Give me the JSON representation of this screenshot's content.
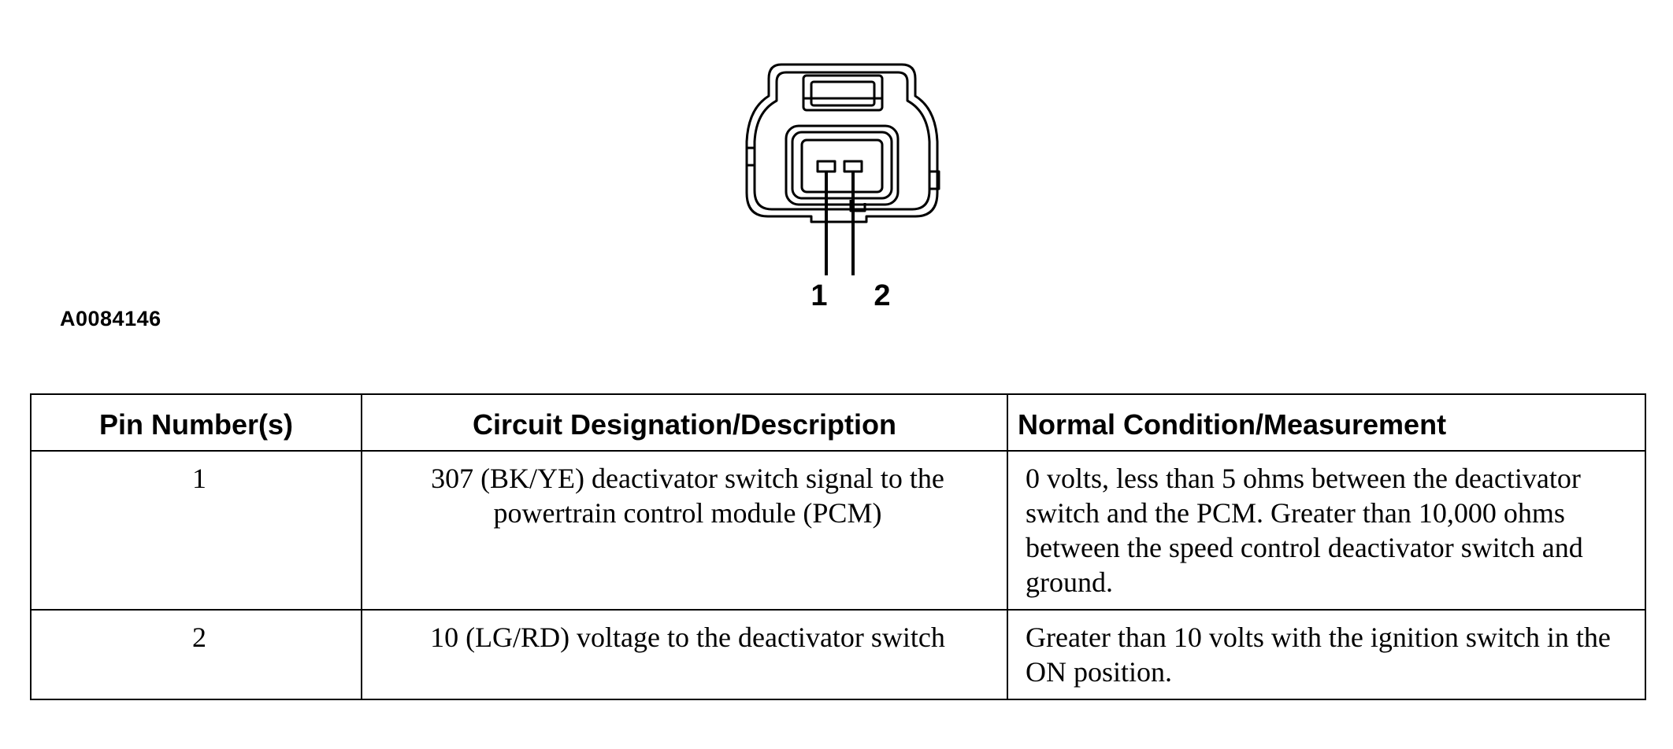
{
  "figure": {
    "pin_labels": [
      "1",
      "2"
    ],
    "figure_id": "A0084146"
  },
  "table": {
    "headers": [
      "Pin Number(s)",
      "Circuit Designation/Description",
      "Normal Condition/Measurement"
    ],
    "rows": [
      {
        "pin": "1",
        "description": "307 (BK/YE) deactivator switch signal to the powertrain control module (PCM)",
        "measurement": "0 volts, less than 5 ohms between the deactivator switch and the PCM. Greater than 10,000 ohms between the speed control deactivator switch and ground."
      },
      {
        "pin": "2",
        "description": "10 (LG/RD) voltage to the deactivator switch",
        "measurement": "Greater than 10 volts with the ignition switch in the ON position."
      }
    ]
  }
}
